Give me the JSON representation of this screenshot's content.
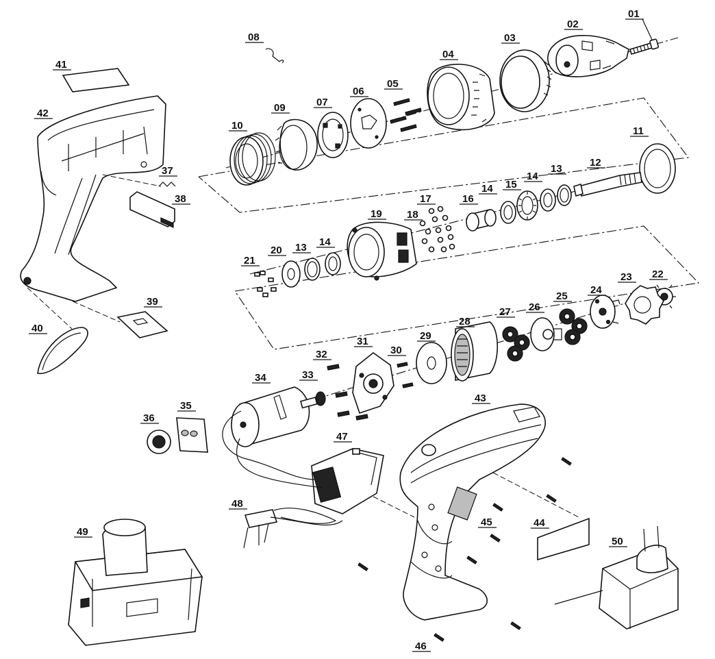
{
  "labels": [
    {
      "id": "01",
      "text": "01"
    },
    {
      "id": "02",
      "text": "02"
    },
    {
      "id": "03",
      "text": "03"
    },
    {
      "id": "04",
      "text": "04"
    },
    {
      "id": "05",
      "text": "05"
    },
    {
      "id": "06",
      "text": "06"
    },
    {
      "id": "07",
      "text": "07"
    },
    {
      "id": "08",
      "text": "08"
    },
    {
      "id": "09",
      "text": "09"
    },
    {
      "id": "10",
      "text": "10"
    },
    {
      "id": "11",
      "text": "11"
    },
    {
      "id": "12",
      "text": "12"
    },
    {
      "id": "13a",
      "text": "13"
    },
    {
      "id": "14a",
      "text": "14"
    },
    {
      "id": "15",
      "text": "15"
    },
    {
      "id": "14b",
      "text": "14"
    },
    {
      "id": "16",
      "text": "16"
    },
    {
      "id": "17",
      "text": "17"
    },
    {
      "id": "18",
      "text": "18"
    },
    {
      "id": "19",
      "text": "19"
    },
    {
      "id": "20",
      "text": "20"
    },
    {
      "id": "13b",
      "text": "13"
    },
    {
      "id": "14c",
      "text": "14"
    },
    {
      "id": "21",
      "text": "21"
    },
    {
      "id": "22",
      "text": "22"
    },
    {
      "id": "23",
      "text": "23"
    },
    {
      "id": "24",
      "text": "24"
    },
    {
      "id": "25",
      "text": "25"
    },
    {
      "id": "26",
      "text": "26"
    },
    {
      "id": "27",
      "text": "27"
    },
    {
      "id": "28",
      "text": "28"
    },
    {
      "id": "29",
      "text": "29"
    },
    {
      "id": "30",
      "text": "30"
    },
    {
      "id": "31",
      "text": "31"
    },
    {
      "id": "32",
      "text": "32"
    },
    {
      "id": "33",
      "text": "33"
    },
    {
      "id": "34",
      "text": "34"
    },
    {
      "id": "35",
      "text": "35"
    },
    {
      "id": "36",
      "text": "36"
    },
    {
      "id": "37",
      "text": "37"
    },
    {
      "id": "38",
      "text": "38"
    },
    {
      "id": "39",
      "text": "39"
    },
    {
      "id": "40",
      "text": "40"
    },
    {
      "id": "41",
      "text": "41"
    },
    {
      "id": "42",
      "text": "42"
    },
    {
      "id": "43",
      "text": "43"
    },
    {
      "id": "44",
      "text": "44"
    },
    {
      "id": "45",
      "text": "45"
    },
    {
      "id": "46",
      "text": "46"
    },
    {
      "id": "47",
      "text": "47"
    },
    {
      "id": "48",
      "text": "48"
    },
    {
      "id": "49",
      "text": "49"
    },
    {
      "id": "50",
      "text": "50"
    }
  ]
}
